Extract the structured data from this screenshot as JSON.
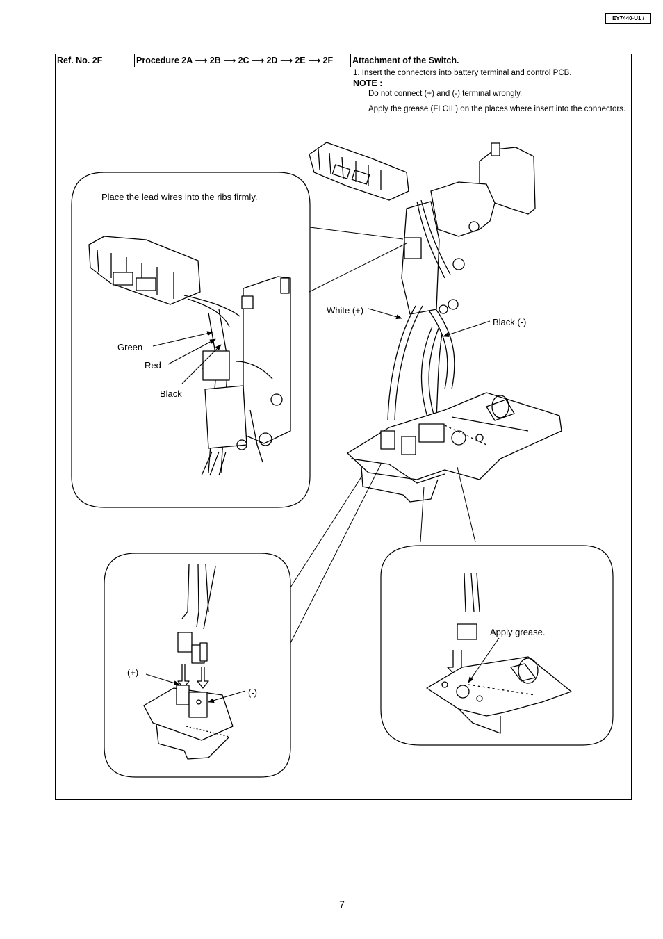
{
  "model_code": "EY7440-U1 /",
  "header": {
    "ref_no": "Ref. No. 2F",
    "procedure": "Procedure 2A",
    "steps": [
      "2B",
      "2C",
      "2D",
      "2E",
      "2F"
    ],
    "title": "Attachment of the Switch."
  },
  "instructions": {
    "step1": "1. Insert the connectors into battery terminal and control PCB.",
    "note_title": "NOTE :",
    "notes": [
      "Do not connect (+) and (-) terminal wrongly.",
      "Apply the grease (FLOIL) on the places where insert into the connectors."
    ]
  },
  "callouts": {
    "ribs_note": "Place the lead wires into the ribs firmly.",
    "green": "Green",
    "red": "Red",
    "black": "Black",
    "white_plus": "White (+)",
    "black_minus": "Black (-)",
    "plus": "(+)",
    "minus": "(-)",
    "apply_grease": "Apply grease."
  },
  "page_number": "7"
}
